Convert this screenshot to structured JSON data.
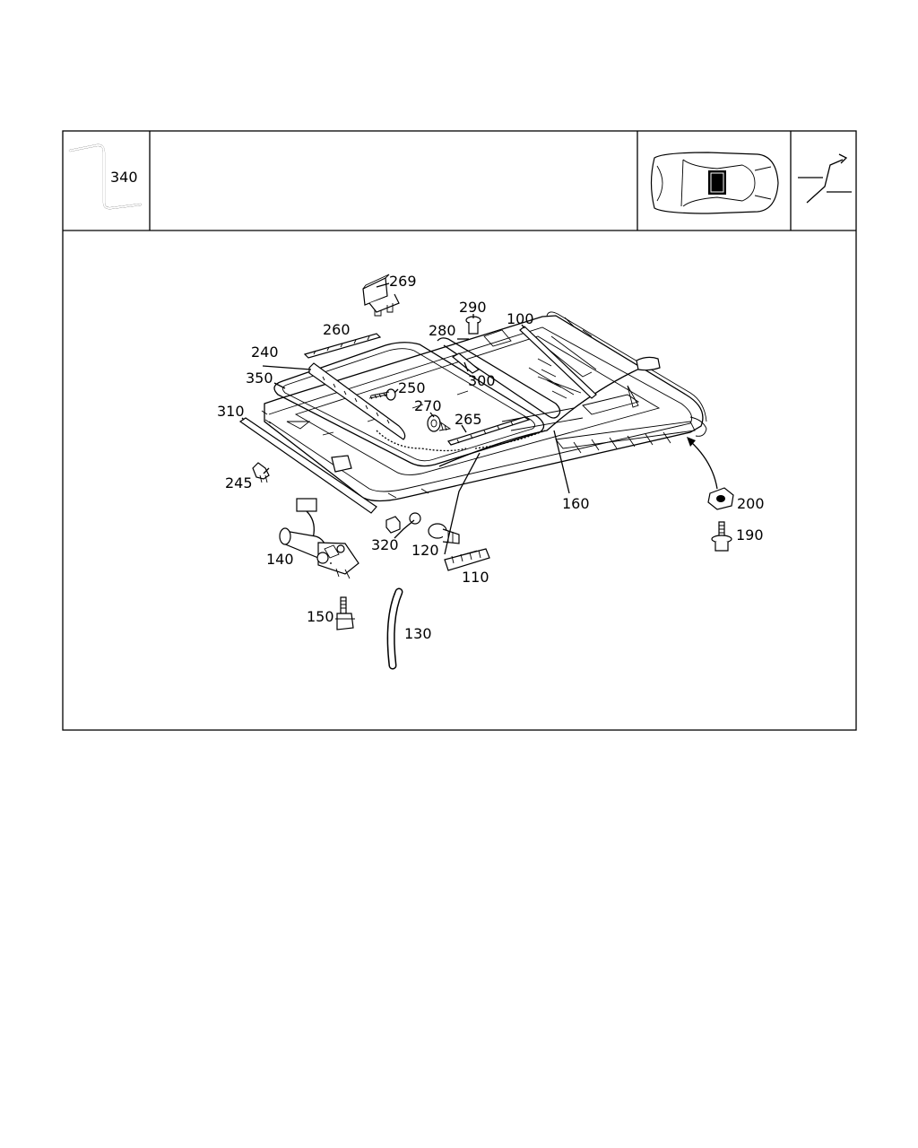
{
  "callouts": {
    "p100": "100",
    "p110": "110",
    "p120": "120",
    "p130": "130",
    "p140": "140",
    "p150": "150",
    "p160": "160",
    "p190": "190",
    "p200": "200",
    "p240": "240",
    "p245": "245",
    "p250": "250",
    "p260": "260",
    "p265": "265",
    "p269": "269",
    "p270": "270",
    "p280": "280",
    "p290": "290",
    "p300": "300",
    "p310": "310",
    "p320": "320",
    "p340": "340",
    "p350": "350"
  }
}
